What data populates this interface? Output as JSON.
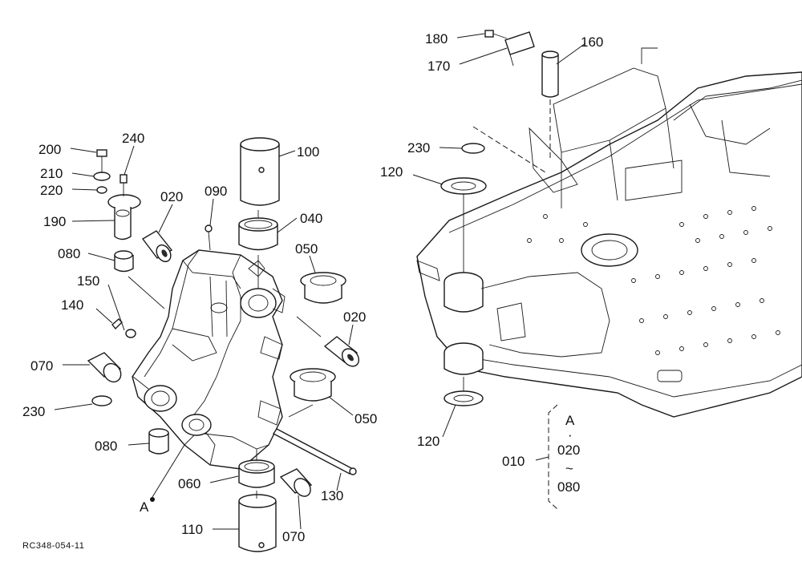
{
  "reference_code": "RC348-054-11",
  "part_labels": {
    "p200": "200",
    "p240": "240",
    "p210": "210",
    "p220": "220",
    "p190": "190",
    "p080a": "080",
    "p020a": "020",
    "p090": "090",
    "p100": "100",
    "p040": "040",
    "p050a": "050",
    "p150": "150",
    "p140": "140",
    "p020b": "020",
    "p070a": "070",
    "p230a": "230",
    "p050b": "050",
    "p080b": "080",
    "p060": "060",
    "p130": "130",
    "pA": "A",
    "p110": "110",
    "p070b": "070",
    "p180": "180",
    "p170": "170",
    "p160": "160",
    "p230b": "230",
    "p120a": "120",
    "p120b": "120",
    "p010": "010"
  },
  "bracket_note": {
    "line1": "A",
    "line2": "·",
    "line3": "020",
    "line4": "~",
    "line5": "080"
  }
}
